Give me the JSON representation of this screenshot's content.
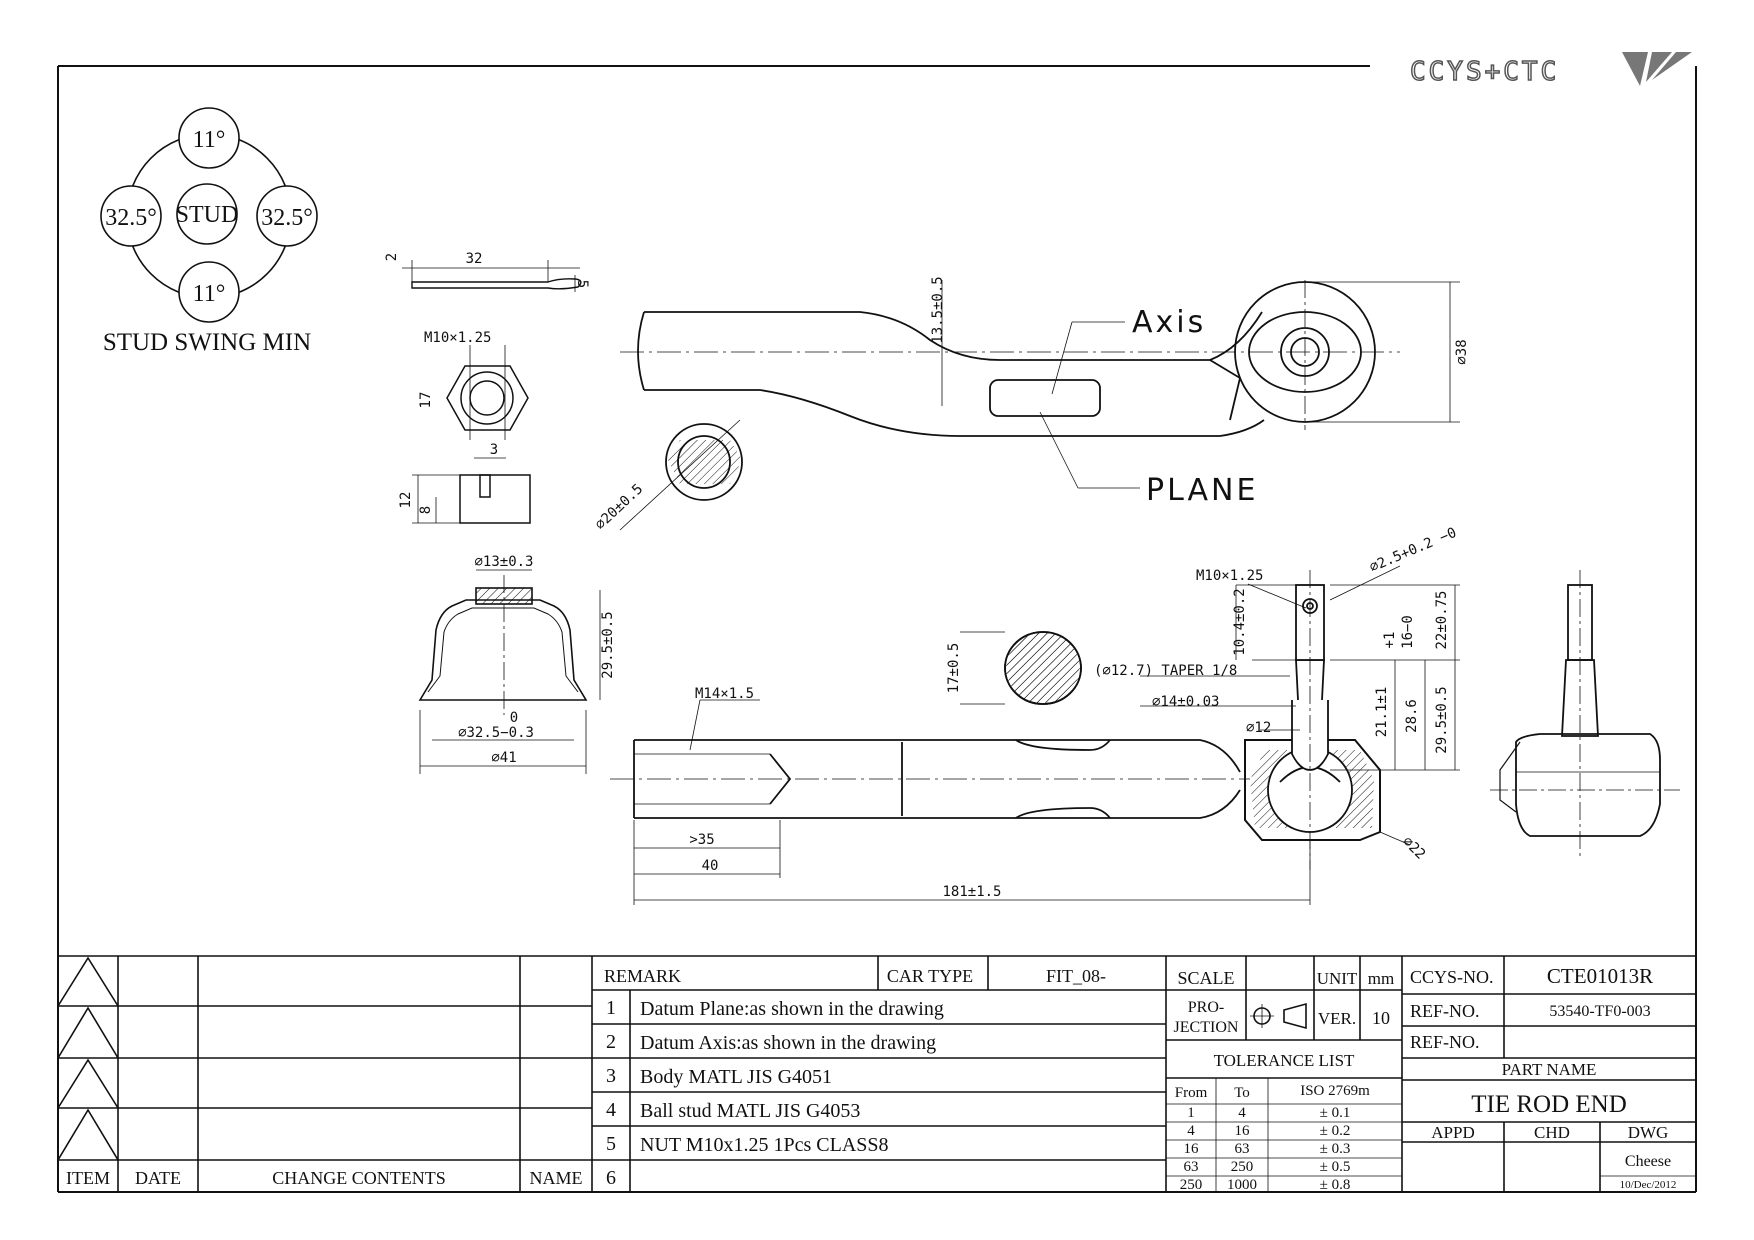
{
  "logo": {
    "text": "CCYS+CTC"
  },
  "stud_swing": {
    "top": "11°",
    "bottom": "11°",
    "left": "32.5°",
    "right": "32.5°",
    "center": "STUD",
    "title": "STUD SWING MIN"
  },
  "dims": {
    "pin_len": "32",
    "pin_thk": "2",
    "pin_h": "5",
    "nut_thread": "M10×1.25",
    "nut_af": "17",
    "nut_slot": "3",
    "nut_h": "12",
    "nut_h2": "8",
    "boot_top": "⌀13±0.3",
    "boot_bottom_tol": "0",
    "boot_bottom": "⌀32.5−0.3",
    "boot_od": "⌀41",
    "boot_h": "29.5±0.5",
    "body_offset": "13.5±0.5",
    "body_od": "⌀38",
    "axis_label": "Axis",
    "plane_label": "PLANE",
    "section_dia": "⌀20±0.5",
    "thread_main": "M14×1.5",
    "shaft_sec": "17±0.5",
    "taper": "(⌀12.7) TAPER 1/8",
    "stud_thread": "M10×1.25",
    "stud_hole": "⌀2.5+0.2 −0",
    "stud_len1": "10.4±0.2",
    "stud_len2_tol": "+1",
    "stud_len2": "16−0",
    "stud_len3": "22±0.75",
    "stud_d14": "⌀14±0.03",
    "stud_d12": "⌀12",
    "h21": "21.1±1",
    "h28": "28.6",
    "h29": "29.5±0.5",
    "ball": "⌀22",
    "len35": ">35",
    "len40": "40",
    "len181": "181±1.5"
  },
  "title_block": {
    "revision_headers": [
      "ITEM",
      "DATE",
      "CHANGE CONTENTS",
      "NAME"
    ],
    "remark_label": "REMARK",
    "car_type_label": "CAR TYPE",
    "car_type": "FIT_08-",
    "remarks": [
      {
        "no": "1",
        "text": "Datum Plane:as shown in the drawing"
      },
      {
        "no": "2",
        "text": "Datum Axis:as shown in the drawing"
      },
      {
        "no": "3",
        "text": "Body MATL JIS G4051"
      },
      {
        "no": "4",
        "text": "Ball stud MATL JIS G4053"
      },
      {
        "no": "5",
        "text": "NUT M10x1.25 1Pcs CLASS8"
      },
      {
        "no": "6",
        "text": ""
      }
    ],
    "scale_label": "SCALE",
    "unit_label": "UNIT",
    "unit": "mm",
    "projection_label_1": "PRO-",
    "projection_label_2": "JECTION",
    "ver_label": "VER.",
    "ver": "10",
    "tolerance_title": "TOLERANCE LIST",
    "tolerance_headers": [
      "From",
      "To",
      "ISO 2769m"
    ],
    "tolerances": [
      {
        "from": "1",
        "to": "4",
        "tol": "± 0.1"
      },
      {
        "from": "4",
        "to": "16",
        "tol": "± 0.2"
      },
      {
        "from": "16",
        "to": "63",
        "tol": "± 0.3"
      },
      {
        "from": "63",
        "to": "250",
        "tol": "± 0.5"
      },
      {
        "from": "250",
        "to": "1000",
        "tol": "± 0.8"
      }
    ],
    "ccys_no_label": "CCYS-NO.",
    "ccys_no": "CTE01013R",
    "ref_no_label": "REF-NO.",
    "ref_no": "53540-TF0-003",
    "ref_no2_label": "REF-NO.",
    "part_name_label": "PART NAME",
    "part_name": "TIE ROD END",
    "appd_label": "APPD",
    "chd_label": "CHD",
    "dwg_label": "DWG",
    "dwg_by": "Cheese",
    "date": "10/Dec/2012"
  }
}
